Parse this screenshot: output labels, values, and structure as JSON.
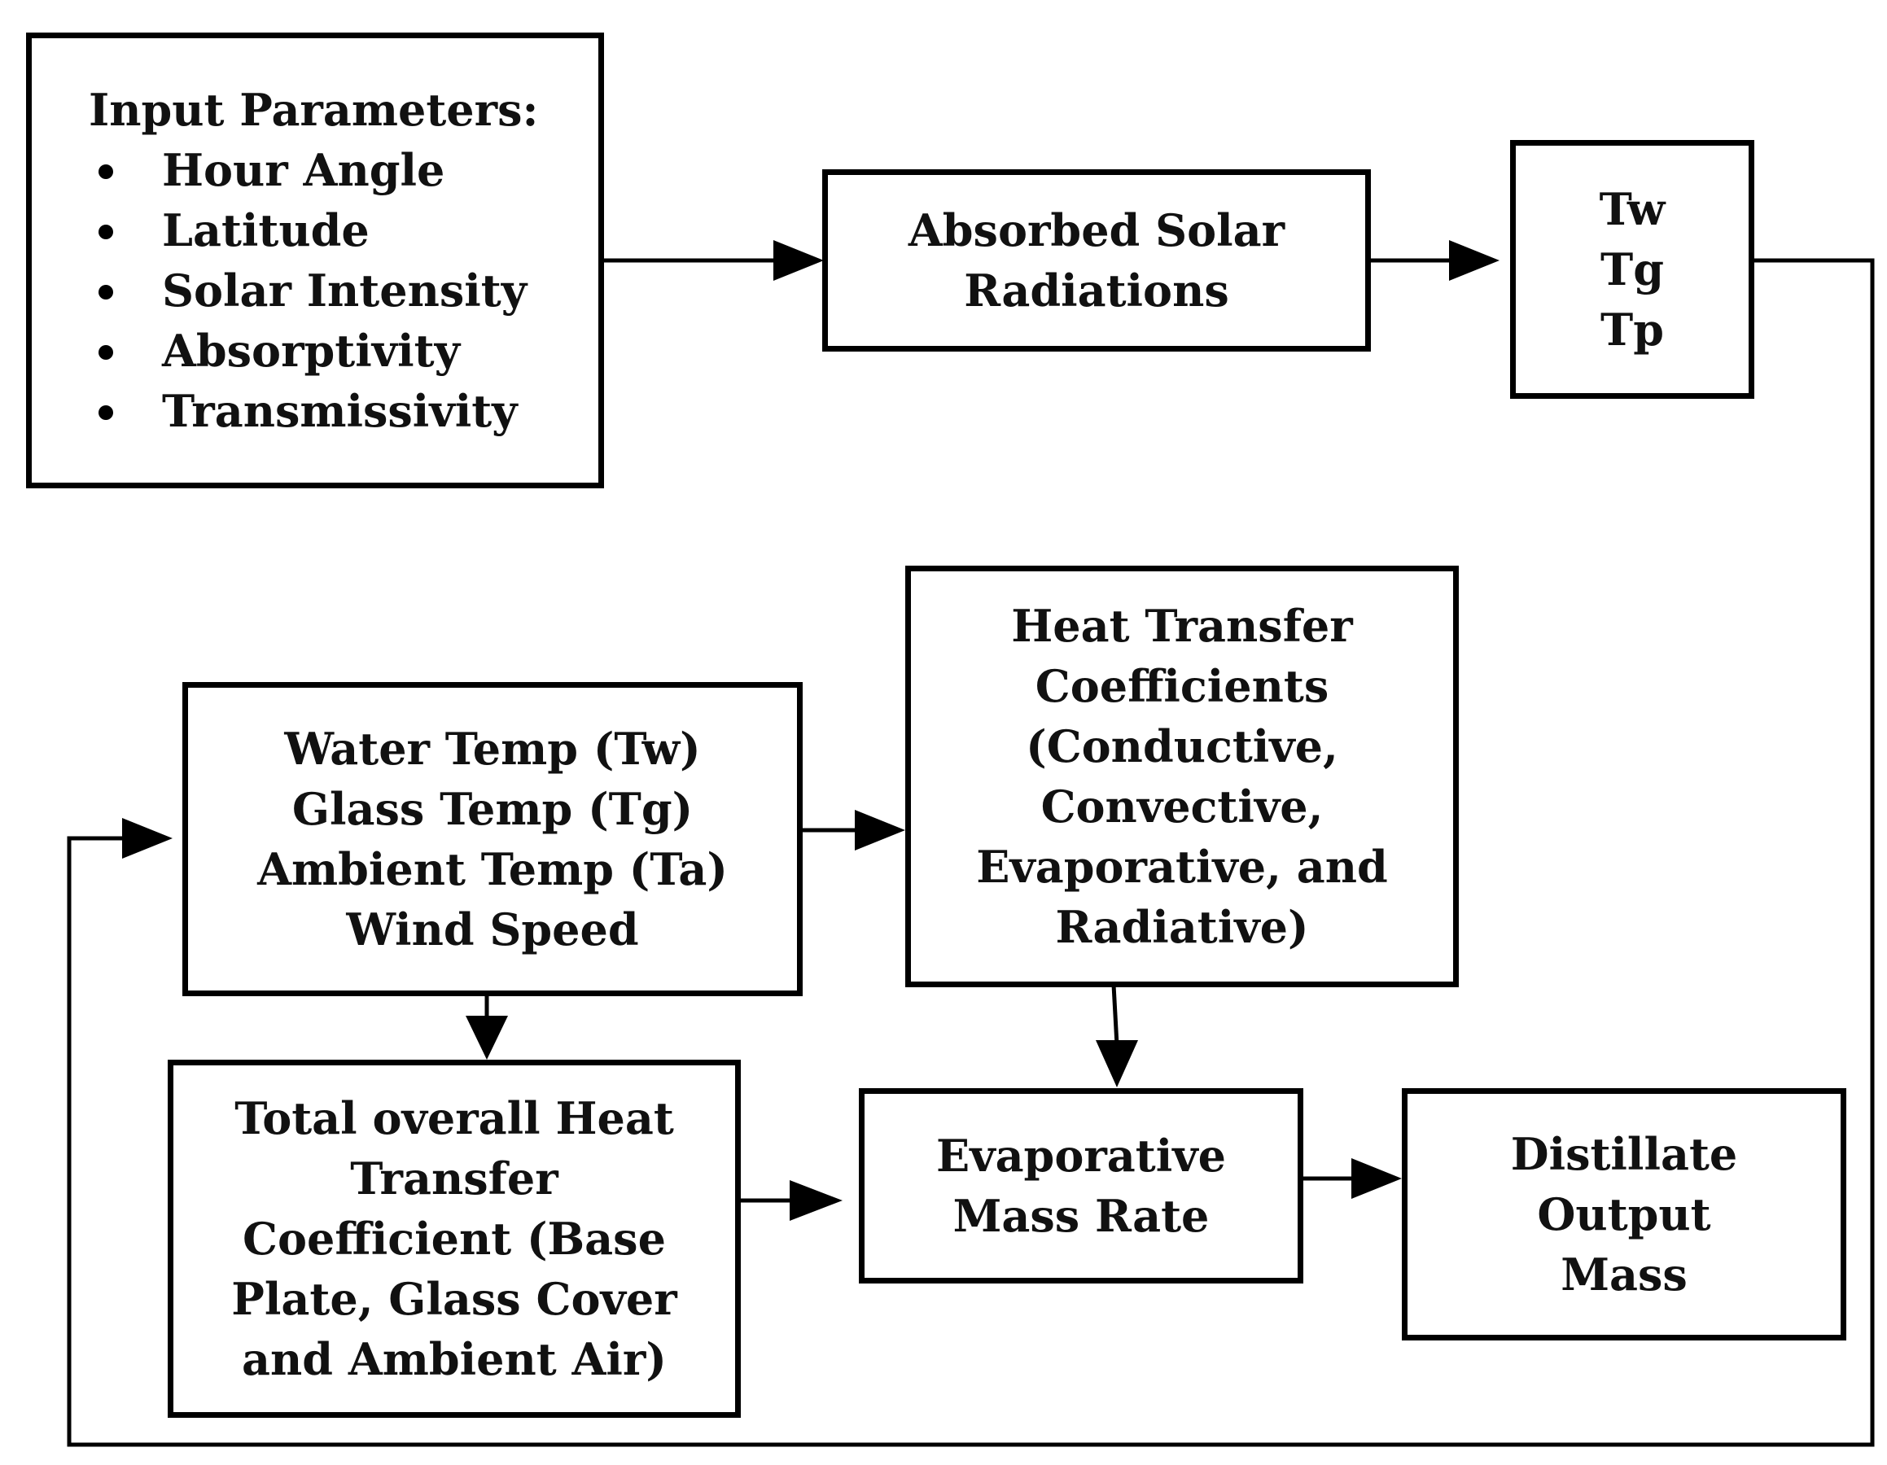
{
  "input_box": {
    "title": "Input Parameters:",
    "items": [
      "Hour Angle",
      "Latitude",
      "Solar Intensity",
      "Absorptivity",
      "Transmissivity"
    ]
  },
  "absorbed_box": {
    "lines": [
      "Absorbed Solar",
      "Radiations"
    ]
  },
  "temps_box": {
    "lines": [
      "Tw",
      "Tg",
      "Tp"
    ]
  },
  "conditions_box": {
    "lines": [
      "Water Temp (Tw)",
      "Glass Temp (Tg)",
      "Ambient Temp (Ta)",
      "Wind Speed"
    ]
  },
  "htc_box": {
    "lines": [
      "Heat Transfer",
      "Coefficients",
      "(Conductive,",
      "Convective,",
      "Evaporative, and",
      "Radiative)"
    ]
  },
  "overall_box": {
    "lines": [
      "Total overall Heat",
      "Transfer",
      "Coefficient (Base",
      "Plate, Glass Cover",
      "and Ambient Air)"
    ]
  },
  "evap_box": {
    "lines": [
      "Evaporative",
      "Mass Rate"
    ]
  },
  "distillate_box": {
    "lines": [
      "Distillate",
      "Output",
      "Mass"
    ]
  }
}
